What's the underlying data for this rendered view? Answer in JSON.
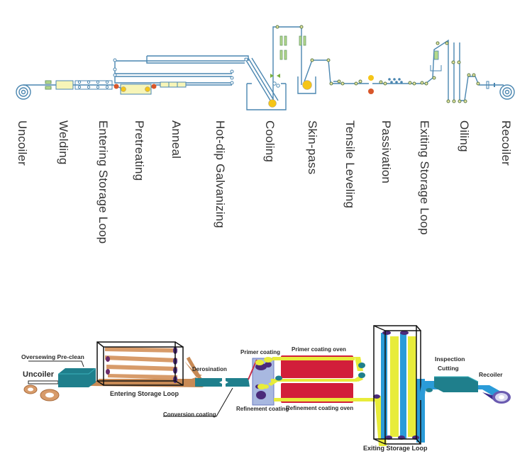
{
  "top_process": {
    "title": "Hot-dip galvanizing line",
    "stages": [
      {
        "label": "Uncoiler"
      },
      {
        "label": "Welding"
      },
      {
        "label": "Entering Storage Loop"
      },
      {
        "label": "Pretreating"
      },
      {
        "label": "Anneal"
      },
      {
        "label": "Hot-dip Galvanizing"
      },
      {
        "label": "Cooling"
      },
      {
        "label": "Skin-pass"
      },
      {
        "label": "Tensile Leveling"
      },
      {
        "label": "Passivation"
      },
      {
        "label": "Exiting Storage Loop"
      },
      {
        "label": "Oiling"
      },
      {
        "label": "Recoiler"
      }
    ],
    "colors": {
      "strip_line": "#4a86b0",
      "roller_fill": "#e8e6a0",
      "pot_roller": "#f5c518",
      "red_roller": "#d8562a",
      "equipment_fill": "#f7f5b8",
      "green_block": "#b5d98a"
    }
  },
  "bottom_process": {
    "title": "Color coating line",
    "labels": {
      "oversewing": "Oversewing Pre-clean",
      "uncoiler": "Uncoiler",
      "entering_loop": "Entering Storage Loop",
      "derosination": "Derosination",
      "conversion": "Conversion coating",
      "primer_coating": "Primer coating",
      "primer_oven": "Primer coating oven",
      "refinement_coating": "Refinement coating",
      "refinement_oven": "Refinement coating oven",
      "exiting_loop": "Exiting Storage Loop",
      "inspection": "Inspection",
      "cutting": "Cutting",
      "recoiler": "Recoiler"
    },
    "colors": {
      "copper_strip": "#c88a55",
      "teal_block": "#1f7f8c",
      "oven_red": "#d21e3a",
      "yellow_strip": "#e8ec3a",
      "blue_strip": "#2a9bd8",
      "roller_purple": "#4a2a7a"
    }
  }
}
